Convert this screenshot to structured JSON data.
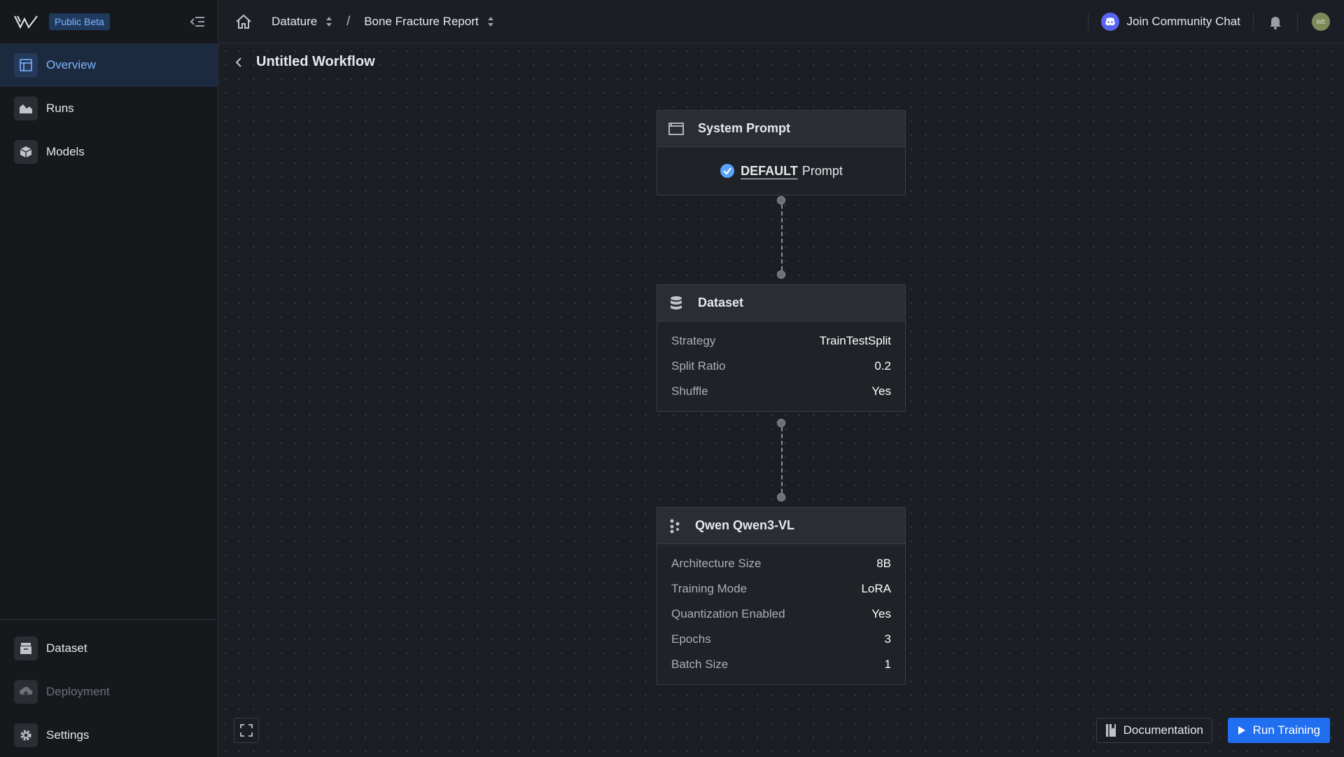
{
  "sidebar": {
    "badge": "Public Beta",
    "items": [
      {
        "label": "Overview",
        "icon": "layout-icon",
        "active": true
      },
      {
        "label": "Runs",
        "icon": "chart-area-icon"
      },
      {
        "label": "Models",
        "icon": "cube-icon"
      }
    ],
    "bottom_items": [
      {
        "label": "Dataset",
        "icon": "archive-icon"
      },
      {
        "label": "Deployment",
        "icon": "cloud-upload-icon",
        "disabled": true
      },
      {
        "label": "Settings",
        "icon": "gear-icon"
      }
    ]
  },
  "topbar": {
    "breadcrumb": [
      "Datature",
      "Bone Fracture Report"
    ],
    "separator": "/",
    "community_label": "Join Community Chat",
    "avatar_initials": "WE"
  },
  "canvas": {
    "workflow_title": "Untitled Workflow",
    "nodes": {
      "system_prompt": {
        "title": "System Prompt",
        "default_label": "DEFAULT",
        "prompt_label": "Prompt"
      },
      "dataset": {
        "title": "Dataset",
        "rows": [
          {
            "key": "Strategy",
            "value": "TrainTestSplit"
          },
          {
            "key": "Split Ratio",
            "value": "0.2"
          },
          {
            "key": "Shuffle",
            "value": "Yes"
          }
        ]
      },
      "model": {
        "title": "Qwen Qwen3-VL",
        "rows": [
          {
            "key": "Architecture Size",
            "value": "8B"
          },
          {
            "key": "Training Mode",
            "value": "LoRA"
          },
          {
            "key": "Quantization Enabled",
            "value": "Yes"
          },
          {
            "key": "Epochs",
            "value": "3"
          },
          {
            "key": "Batch Size",
            "value": "1"
          }
        ]
      }
    },
    "documentation_label": "Documentation",
    "run_training_label": "Run Training"
  },
  "colors": {
    "accent": "#1f6ff0",
    "active_nav": "#7fb6ff",
    "background": "#1b1e24"
  }
}
